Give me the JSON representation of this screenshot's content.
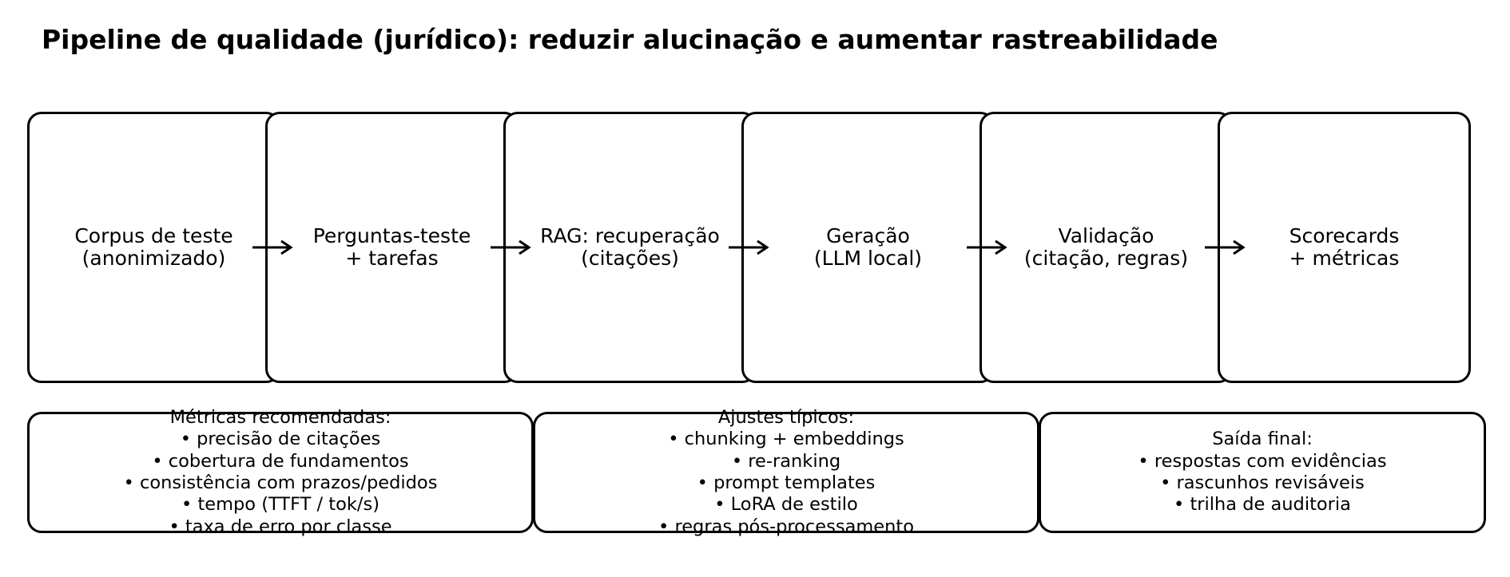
{
  "title": "Pipeline de qualidade (jurídico): reduzir alucinação e aumentar rastreabilidade",
  "stages": [
    {
      "label": "Corpus de teste\n(anonimizado)"
    },
    {
      "label": "Perguntas-teste\n+ tarefas"
    },
    {
      "label": "RAG: recuperação\n(citações)"
    },
    {
      "label": "Geração\n(LLM local)"
    },
    {
      "label": "Validação\n(citação, regras)"
    },
    {
      "label": "Scorecards\n+ métricas"
    }
  ],
  "notes": [
    {
      "text": "Métricas recomendadas:\n• precisão de citações\n• cobertura de fundamentos\n• consistência com prazos/pedidos\n• tempo (TTFT / tok/s)\n• taxa de erro por classe"
    },
    {
      "text": "Ajustes típicos:\n• chunking + embeddings\n• re-ranking\n• prompt templates\n• LoRA de estilo\n• regras pós-processamento"
    },
    {
      "text": "Saída final:\n• respostas com evidências\n• rascunhos revisáveis\n• trilha de auditoria"
    }
  ]
}
